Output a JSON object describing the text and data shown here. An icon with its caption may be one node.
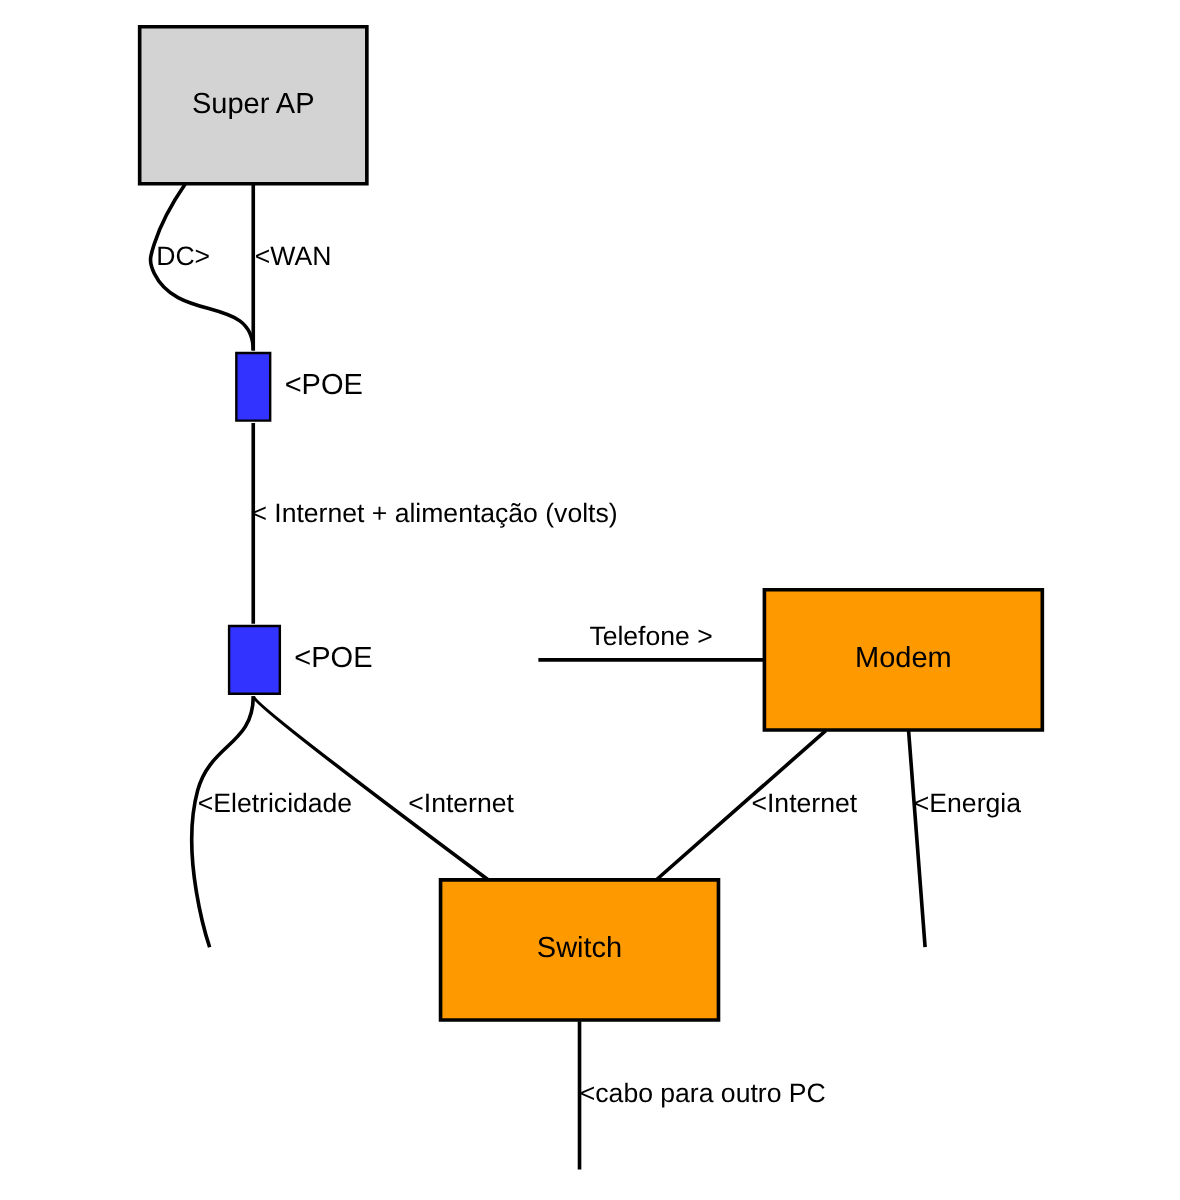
{
  "diagram": {
    "nodes": [
      {
        "text": [
          "Super AP"
        ]
      },
      {
        "text": [],
        "shape": "box",
        "beside": [
          "<POE"
        ]
      },
      {
        "text": [],
        "shape": "box",
        "beside": [
          "<POE"
        ]
      },
      {
        "text": [
          "Modem"
        ]
      },
      {
        "text": [
          "Switch"
        ]
      }
    ],
    "edges": [
      {
        "from": 0,
        "to": 1,
        "arrow": "none",
        "label": "DC>"
      },
      {
        "from": 0,
        "to": 1,
        "arrow": "none",
        "label": "<WAN"
      },
      {
        "from": 1,
        "to": 2,
        "arrow": "none",
        "label": "< Internet + alimentação (volts)"
      },
      {
        "from": 2,
        "to": null,
        "arrow": "none",
        "label": "<Eletricidade"
      },
      {
        "from": 2,
        "to": 4,
        "arrow": "none",
        "label": "<Internet"
      },
      {
        "from": null,
        "to": 3,
        "arrow": "none",
        "label": "Telefone >"
      },
      {
        "from": 3,
        "to": null,
        "arrow": "none",
        "label": "<Energia"
      },
      {
        "from": 3,
        "to": 4,
        "arrow": "none",
        "label": "<Internet"
      },
      {
        "from": 4,
        "to": null,
        "arrow": "none",
        "label": "<cabo para outro PC"
      }
    ]
  }
}
